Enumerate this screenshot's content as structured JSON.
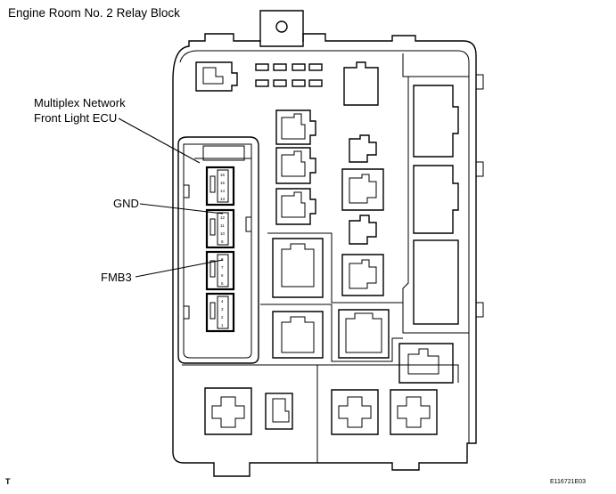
{
  "title": "Engine Room No. 2 Relay Block",
  "labels": {
    "multiplex_line1": "Multiplex Network",
    "multiplex_line2": "Front Light ECU",
    "gnd": "GND",
    "fmb3": "FMB3"
  },
  "connector_pins": {
    "top": [
      "16",
      "15",
      "14",
      "13"
    ],
    "gnd_block": [
      "12",
      "11",
      "10",
      "9"
    ],
    "fmb3_block": [
      "8",
      "7",
      "6",
      "5"
    ],
    "bottom": [
      "4",
      "3",
      "2",
      "1"
    ]
  },
  "corner_left": "T",
  "figure_code": "E116721E03"
}
